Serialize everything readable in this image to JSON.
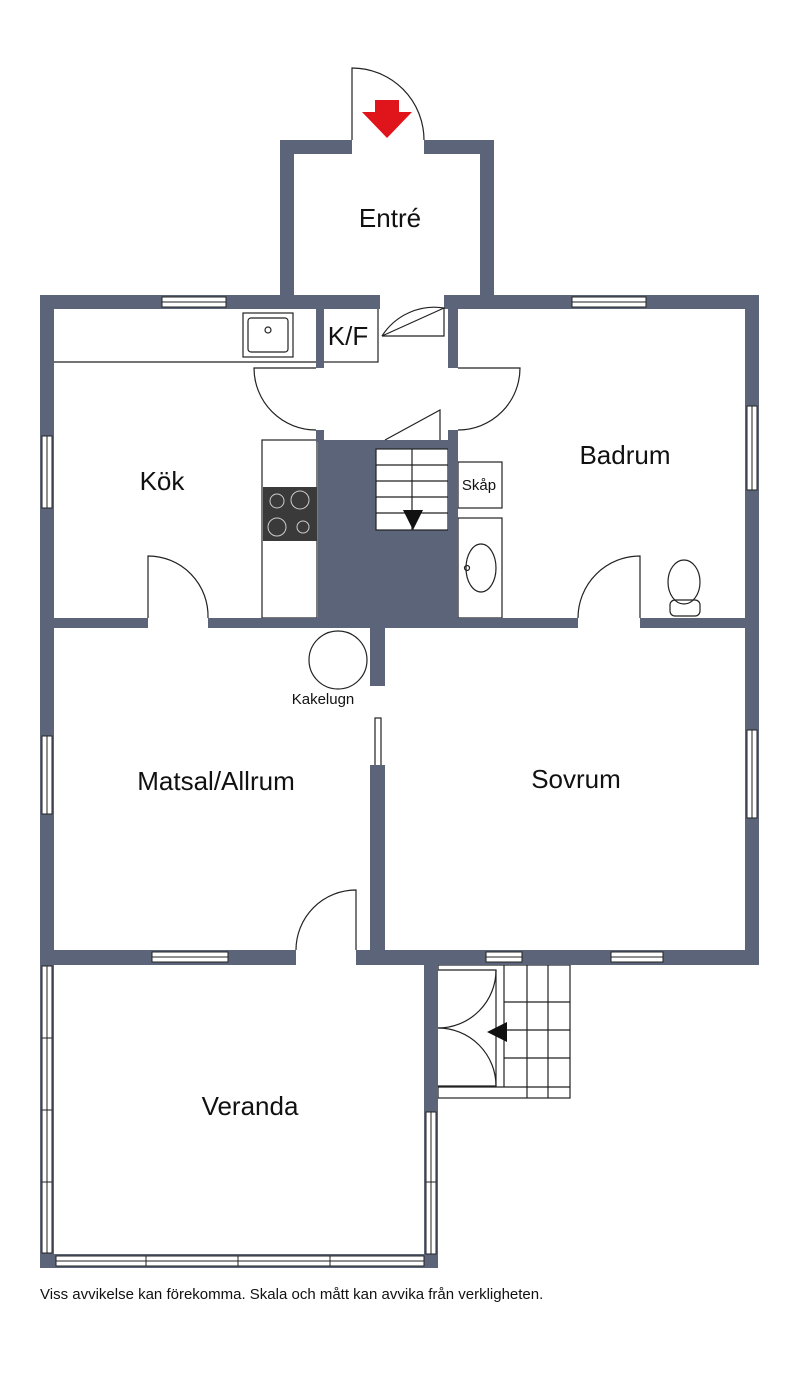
{
  "rooms": {
    "entre": "Entré",
    "kok": "Kök",
    "kf": "K/F",
    "badrum": "Badrum",
    "skap": "Skåp",
    "kakelugn": "Kakelugn",
    "matsal": "Matsal/Allrum",
    "sovrum": "Sovrum",
    "veranda": "Veranda"
  },
  "disclaimer": "Viss avvikelse kan förekomma. Skala och mått kan avvika från verkligheten.",
  "colors": {
    "wall": "#5b6478",
    "entrance_arrow": "#e0141b"
  }
}
